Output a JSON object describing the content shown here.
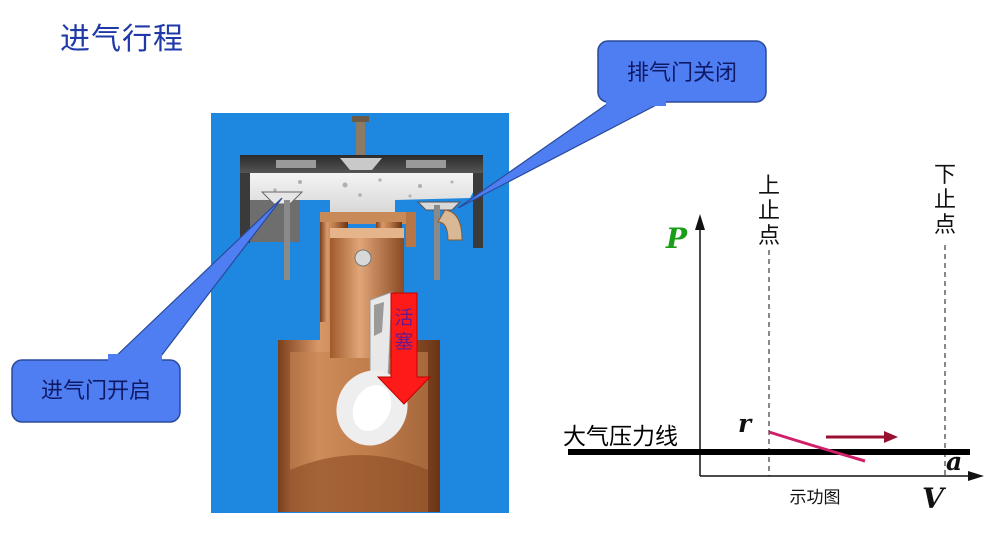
{
  "title": "进气行程",
  "callouts": {
    "exhaust_valve_closed": "排气门关闭",
    "intake_valve_open": "进气门开启"
  },
  "piston_arrow_label": "活塞",
  "diagram": {
    "p_label": "P",
    "v_label": "V",
    "tdc_label": "上止点",
    "bdc_label": "下止点",
    "atm_line_label": "大气压力线",
    "point_r": "r",
    "point_a": "a",
    "caption": "示功图"
  },
  "colors": {
    "title": "#1f3aa8",
    "callout_fill": "#4f7df2",
    "engine_background": "#1e88e0",
    "piston_arrow": "#ff1a1a",
    "p_label": "#1a9e1a",
    "intake_curve": "#d0206a",
    "direction_arrow": "#9a1030"
  }
}
